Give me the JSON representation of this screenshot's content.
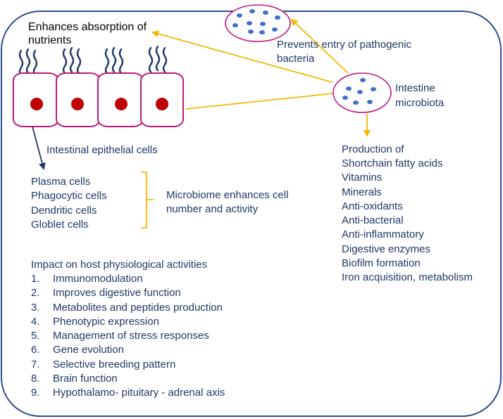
{
  "labels": {
    "enhances_absorption": [
      "Enhances absorption of",
      "nutrients"
    ],
    "prevents_entry": [
      "Prevents entry of pathogenic",
      "bacteria"
    ],
    "intestine_microbiota": [
      "Intestine",
      "microbiota"
    ],
    "intestinal_epithelial_cells": "Intestinal epithelial cells",
    "microbiome_enhances": [
      "Microbiome enhances cell",
      "number and activity"
    ]
  },
  "immune_cells": [
    "Plasma cells",
    "Phagocytic cells",
    "Dendritic cells",
    "Globlet cells"
  ],
  "production": {
    "heading": "Production of",
    "items": [
      "Shortchain fatty acids",
      "Vitamins",
      "Minerals",
      "Anti-oxidants",
      "Anti-bacterial",
      "Anti-inflammatory",
      "Digestive enzymes",
      "Biofilm formation",
      "Iron acquisition, metabolism"
    ]
  },
  "impact": {
    "heading": "Impact on host physiological activities",
    "items": [
      {
        "num": "1.",
        "text": "Immunomodulation"
      },
      {
        "num": "2.",
        "text": "Improves digestive function"
      },
      {
        "num": "3.",
        "text": "Metabolites and peptides production"
      },
      {
        "num": "4.",
        "text": "Phenotypic expression"
      },
      {
        "num": "5.",
        "text": "Management of stress responses"
      },
      {
        "num": "6.",
        "text": "Gene evolution"
      },
      {
        "num": "7.",
        "text": "Selective breeding pattern"
      },
      {
        "num": "8.",
        "text": "Brain function"
      },
      {
        "num": "9.",
        "text": "Hypothalamo- pituitary - adrenal axis"
      }
    ]
  },
  "colors": {
    "frame": "#2e4f8f",
    "text": "#1f3864",
    "cell_outline": "#c0177a",
    "nucleus": "#c00000",
    "villi": "#1f3864",
    "bacteria": "#3f6fc9",
    "arrow_orange": "#f5b700",
    "arrow_blue": "#1f3864",
    "bracket": "#f5b700"
  }
}
